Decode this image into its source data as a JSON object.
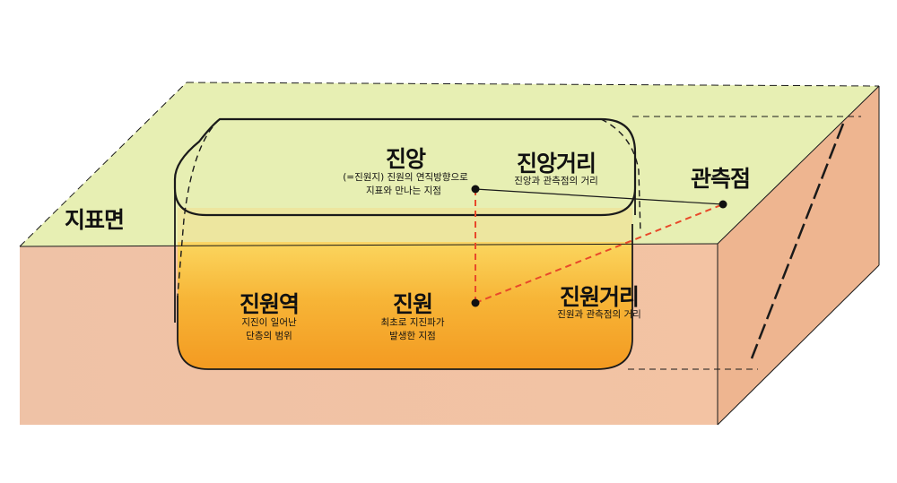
{
  "labels": {
    "ground_surface": "지표면",
    "epicenter": {
      "title": "진앙",
      "desc_line1": "(=진원지) 진원의 연직방향으로",
      "desc_line2": "지표와 만나는 지점"
    },
    "epicentral_distance": {
      "title": "진앙거리",
      "desc": "진앙과 관측점의 거리"
    },
    "observation_point": "관측점",
    "focal_region": {
      "title": "진원역",
      "desc_line1": "지진이 일어난",
      "desc_line2": "단층의 범위"
    },
    "hypocenter": {
      "title": "진원",
      "desc_line1": "최초로 지진파가",
      "desc_line2": "발생한 지점"
    },
    "hypocentral_distance": {
      "title": "진원거리",
      "desc": "진원과 관측점의 거리"
    }
  },
  "colors": {
    "surface": "#e7efb3",
    "front_face": "#f2c2a2",
    "side_face": "#eeb48f",
    "focal_region_orange": "#f6a52b",
    "dashed_distance_line": "#e8492a",
    "outline": "#1a1a1a"
  }
}
